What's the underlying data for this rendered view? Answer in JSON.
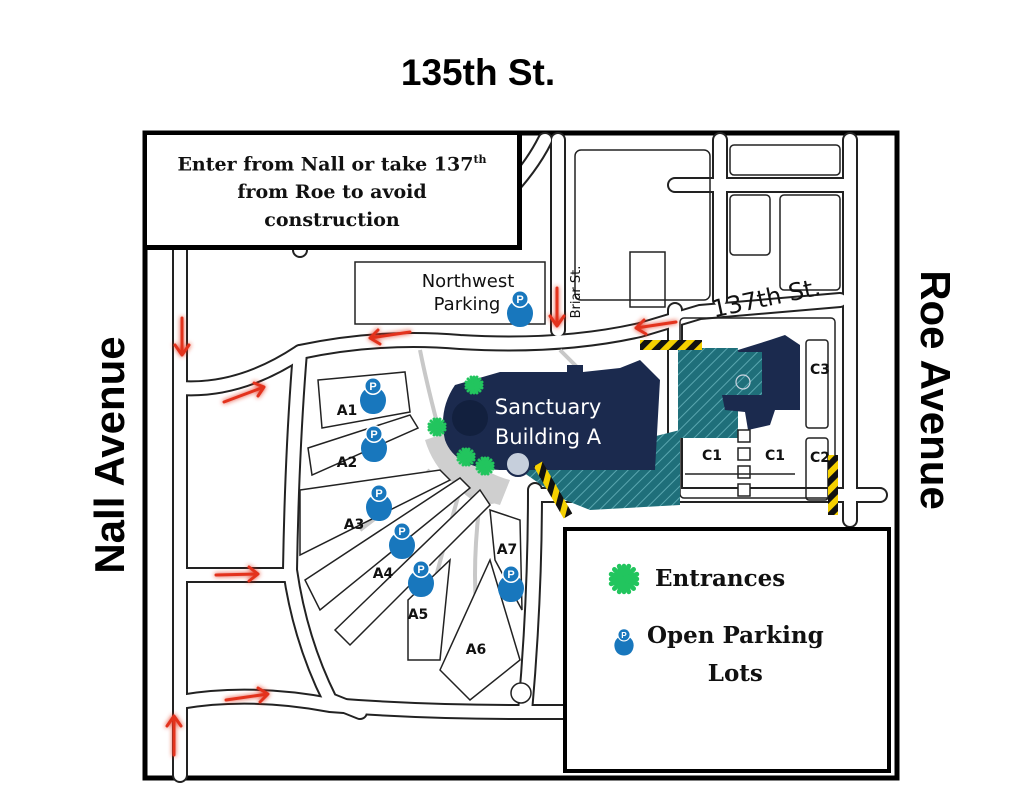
{
  "streets": {
    "north": "135th St.",
    "west": "Nall Avenue",
    "east": "Roe Avenue",
    "internal": "137th St.",
    "briar": "Briar St."
  },
  "notice": {
    "line1": "Enter from Nall or take 137",
    "line1_sup": "th",
    "line2": "from Roe to avoid",
    "line3": "construction"
  },
  "places": {
    "northwest_1": "Northwest",
    "northwest_2": "Parking",
    "sanctuary_1": "Sanctuary",
    "sanctuary_2": "Building A"
  },
  "lots": [
    "A1",
    "A2",
    "A3",
    "A4",
    "A5",
    "A6",
    "A7",
    "C1",
    "C1",
    "C2",
    "C3"
  ],
  "pin_letter": "P",
  "legend": {
    "entrances": "Entrances",
    "parking_1": "Open Parking",
    "parking_2": "Lots"
  },
  "colors": {
    "building": "#1b2a4e",
    "annex": "#1f6f7a",
    "pin": "#1877bd",
    "entrance": "#22c55e",
    "arrow": "#e3321f",
    "construction": "#f5d000"
  }
}
